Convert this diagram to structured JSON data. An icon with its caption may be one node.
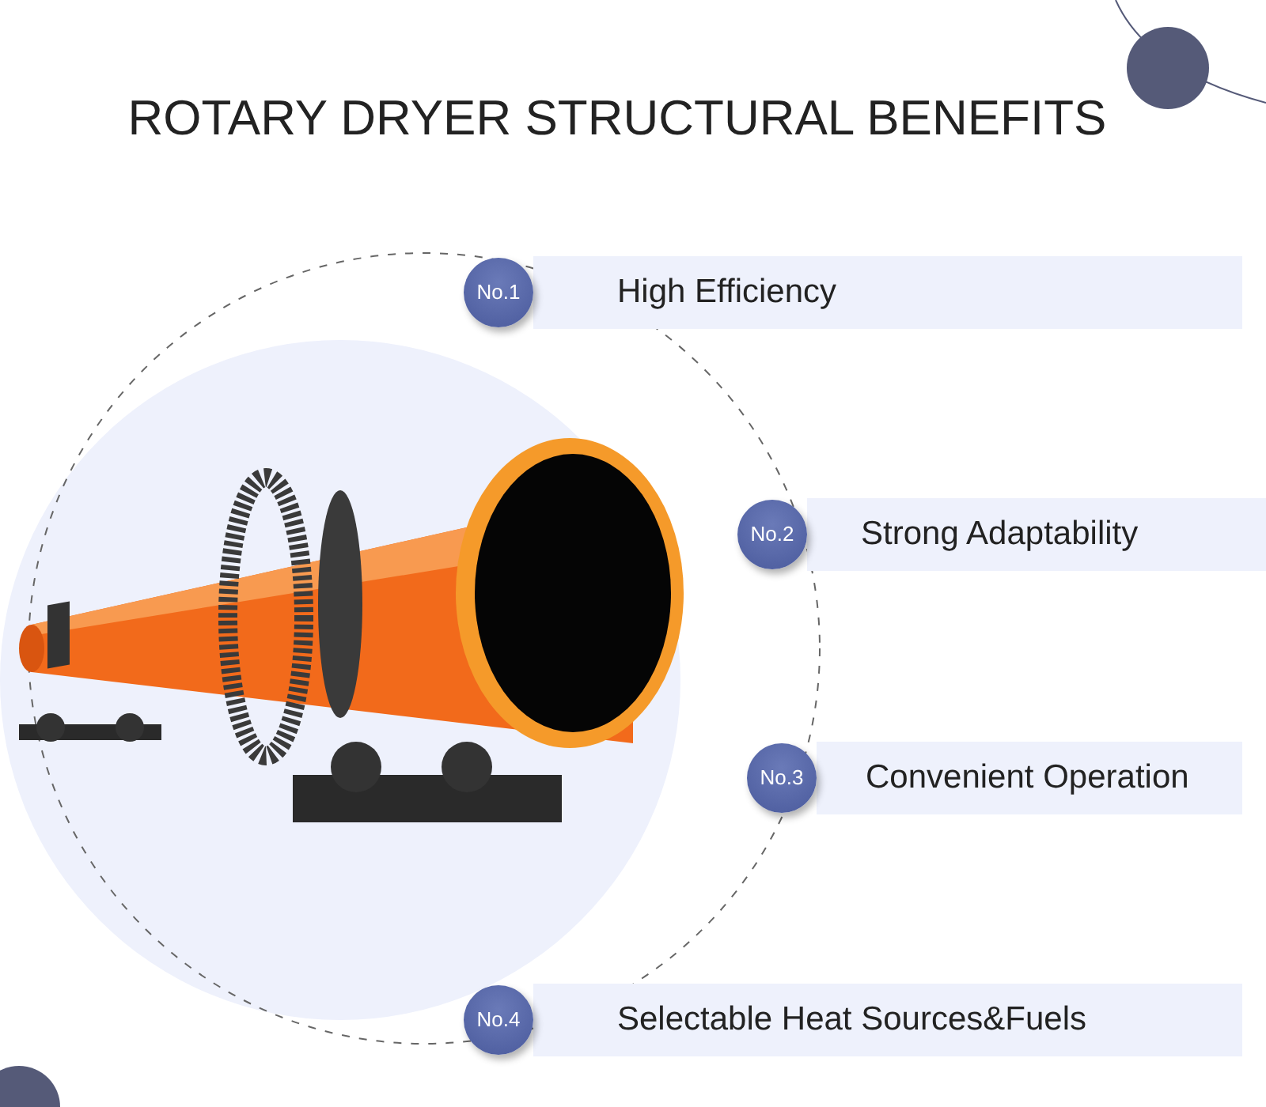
{
  "diagram": {
    "title": "ROTARY DRYER STRUCTURAL BENEFITS",
    "nodes": [
      {
        "text": [
          "No.1",
          "High Efficiency"
        ]
      },
      {
        "text": [
          "No.2",
          "Strong Adaptability"
        ]
      },
      {
        "text": [
          "No.3",
          "Convenient Operation"
        ]
      },
      {
        "text": [
          "No.4",
          "Selectable Heat Sources&Fuels"
        ]
      }
    ]
  }
}
